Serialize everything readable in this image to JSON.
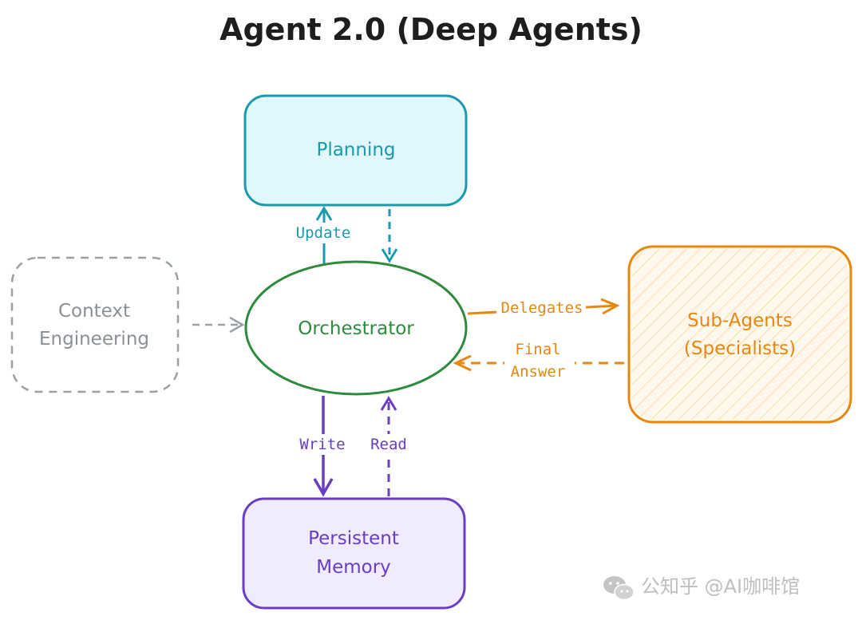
{
  "title": "Agent 2.0 (Deep Agents)",
  "nodes": {
    "planning": {
      "label": "Planning"
    },
    "orchestrator": {
      "label": "Orchestrator"
    },
    "context": {
      "line1": "Context",
      "line2": "Engineering"
    },
    "subagents": {
      "line1": "Sub-Agents",
      "line2": "(Specialists)"
    },
    "memory": {
      "line1": "Persistent",
      "line2": "Memory"
    }
  },
  "edges": {
    "update": "Update",
    "delegates": "Delegates",
    "final_line1": "Final",
    "final_line2": "Answer",
    "write": "Write",
    "read": "Read"
  },
  "watermark": {
    "text": "公知乎 @AI咖啡馆",
    "logo": "wechat-icon"
  },
  "colors": {
    "planning_stroke": "#1a9aaa",
    "planning_fill": "#e0f8fb",
    "orchestrator": "#2e8b3e",
    "context": "#9aa0a6",
    "subagents_stroke": "#e8870f",
    "subagents_fill": "#fff8ec",
    "memory_stroke": "#6a3ec2",
    "memory_fill": "#f0ebfd"
  }
}
